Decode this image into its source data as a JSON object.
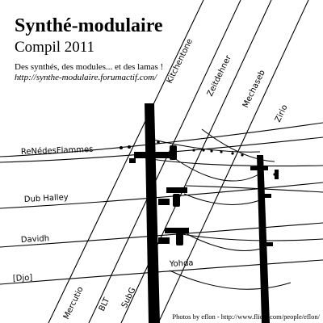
{
  "header": {
    "title": "Synthé-modulaire",
    "subtitle": "Compil 2011",
    "tagline": "Des synthés, des modules... et des lamas !",
    "url": "http://synthe-modulaire.forumactif.com/"
  },
  "artists": [
    "Kitchentone",
    "Zeitdehner",
    "Mechaseb",
    "Zirio",
    "ReNédesFlammes",
    "Dub Halley",
    "Davidh",
    "[Djo]",
    "Yohda",
    "Mercutio",
    "BLT",
    "SubG"
  ],
  "photo_credit": "Photos by eflon - http://www.flickr.com/people/eflon/",
  "colors": {
    "background": "#ffffff",
    "ink": "#000000"
  },
  "icons": [
    "power-pole-icon",
    "bird-icon"
  ]
}
